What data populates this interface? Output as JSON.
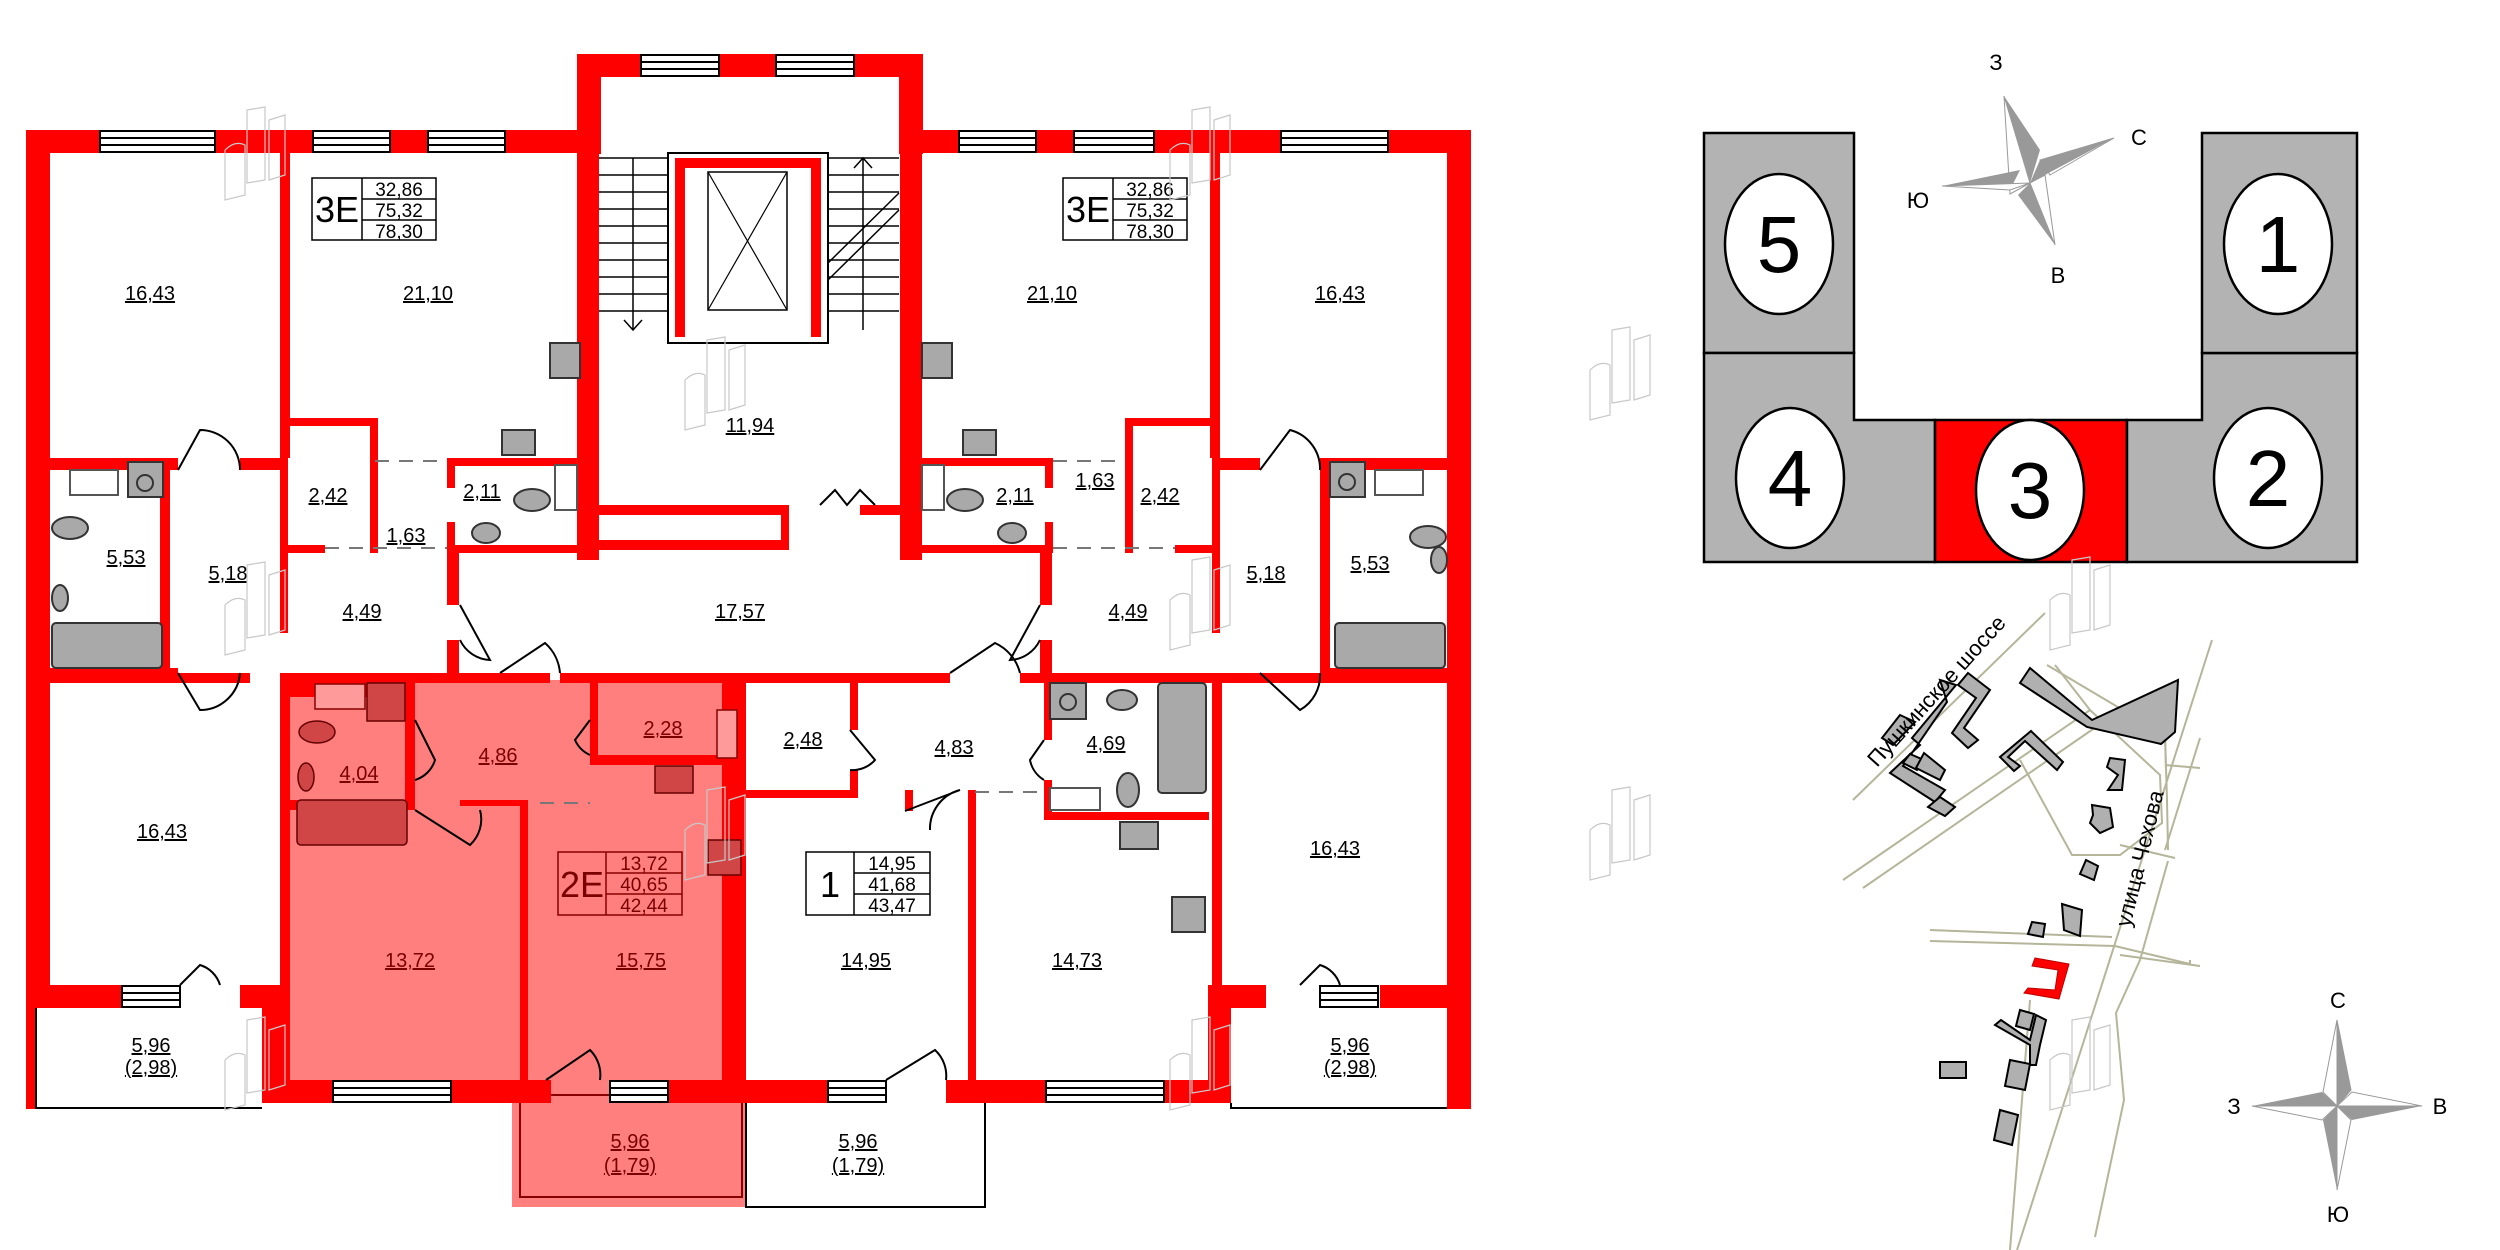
{
  "colors": {
    "wall": "#ff0000",
    "selected_fill": "#ff7f7f",
    "fixture": "#a9a9a9",
    "key_block": "#b3b3b3",
    "key_selected": "#ff0000",
    "road": "#b5b59a"
  },
  "floor_plan": {
    "apartments": [
      {
        "id": "apt-3e-left",
        "type": "3Е",
        "living": "32,86",
        "total": "75,32",
        "total_with_balcony": "78,30",
        "selected": false
      },
      {
        "id": "apt-3e-right",
        "type": "3Е",
        "living": "32,86",
        "total": "75,32",
        "total_with_balcony": "78,30",
        "selected": false
      },
      {
        "id": "apt-2e",
        "type": "2Е",
        "living": "13,72",
        "total": "40,65",
        "total_with_balcony": "42,44",
        "selected": true
      },
      {
        "id": "apt-1",
        "type": "1",
        "living": "14,95",
        "total": "41,68",
        "total_with_balcony": "43,47",
        "selected": false
      }
    ],
    "rooms": {
      "left_top_bedroom": "16,43",
      "left_top_kitchen_living": "21,10",
      "stair_hall": "11,94",
      "right_top_kitchen_living": "21,10",
      "right_top_bedroom": "16,43",
      "left_bath": "5,53",
      "left_hall": "5,18",
      "left_closet": "2,42",
      "left_corr": "1,63",
      "left_wc": "2,11",
      "left_hall2": "4,49",
      "common_corridor": "17,57",
      "right_wc": "2,11",
      "right_corr": "1,63",
      "right_closet": "2,42",
      "right_hall2": "4,49",
      "right_hall": "5,18",
      "right_bath": "5,53",
      "apt2e_bath": "4,04",
      "apt2e_hall": "4,86",
      "apt2e_closet": "2,28",
      "apt2e_bedroom": "13,72",
      "apt2e_kitchen_living": "15,75",
      "apt1_closet": "2,48",
      "apt1_hall": "4,83",
      "apt1_bath": "4,69",
      "apt1_bedroom": "14,95",
      "apt1_kitchen_living": "14,73",
      "left_bottom_bedroom": "16,43",
      "right_bottom_bedroom": "16,43"
    },
    "balconies": {
      "left": {
        "area": "5,96",
        "reduced": "(2,98)"
      },
      "apt2e": {
        "area": "5,96",
        "reduced": "(1,79)"
      },
      "apt1": {
        "area": "5,96",
        "reduced": "(1,79)"
      },
      "right": {
        "area": "5,96",
        "reduced": "(2,98)"
      }
    }
  },
  "section_key": {
    "compass": {
      "top": "З",
      "right": "С",
      "left": "Ю",
      "bottom": "В"
    },
    "sections": [
      {
        "num": "5",
        "selected": false
      },
      {
        "num": "1",
        "selected": false
      },
      {
        "num": "4",
        "selected": false
      },
      {
        "num": "3",
        "selected": true
      },
      {
        "num": "2",
        "selected": false
      }
    ]
  },
  "site_map": {
    "streets": [
      "Пушкинское шоссе",
      "улица Чехова"
    ]
  },
  "compass": {
    "north": "С",
    "south": "Ю",
    "west": "З",
    "east": "В"
  }
}
